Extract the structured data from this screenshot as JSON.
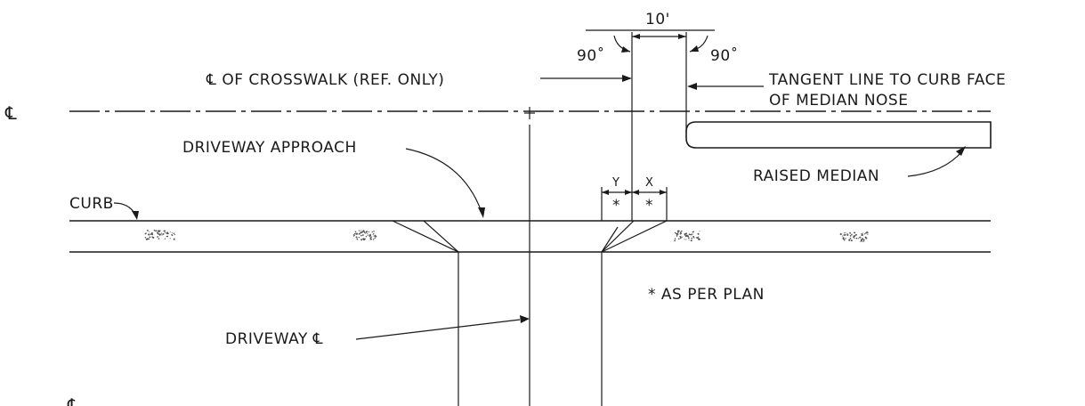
{
  "labels": {
    "dim_width": "10'",
    "angle_left": "90˚",
    "angle_right": "90˚",
    "crosswalk_cl": "℄ OF CROSSWALK (REF. ONLY)",
    "tangent_line_1": "TANGENT LINE TO CURB FACE",
    "tangent_line_2": "OF MEDIAN NOSE",
    "driveway_approach": "DRIVEWAY APPROACH",
    "raised_median": "RAISED MEDIAN",
    "curb": "CURB",
    "dim_y": "Y",
    "dim_x": "X",
    "star_y": "*",
    "star_x": "*",
    "as_per_plan": "* AS PER PLAN",
    "driveway_cl": "DRIVEWAY ℄",
    "cl_symbol_top": "℄",
    "cl_symbol_bottom": "℄"
  }
}
